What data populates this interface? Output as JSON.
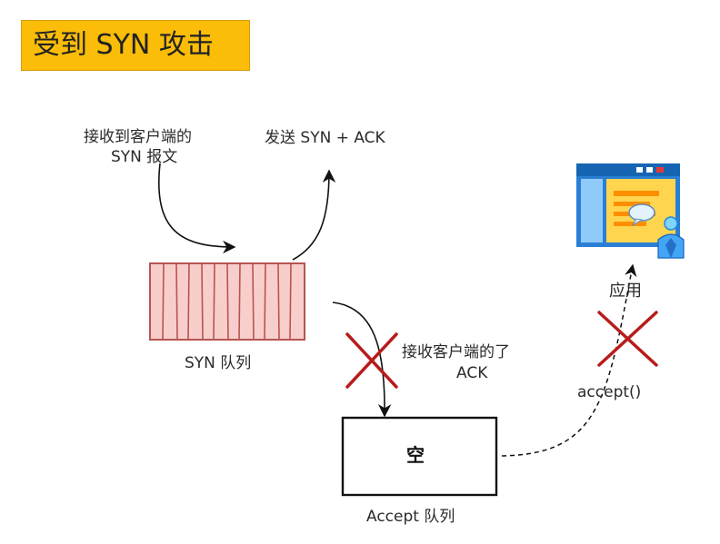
{
  "title": "受到 SYN 攻击",
  "labels": {
    "recv_syn_line1": "接收到客户端的",
    "recv_syn_line2": "SYN 报文",
    "send_syn_ack": "发送 SYN + ACK",
    "syn_queue": "SYN 队列",
    "recv_ack_line1": "接收客户端的了",
    "recv_ack_line2": "ACK",
    "accept_queue_content": "空",
    "accept_queue": "Accept 队列",
    "app": "应用",
    "accept_call": "accept()"
  },
  "colors": {
    "title_bg": "#fbbd08",
    "queue_fill": "#f8cecc",
    "queue_stroke": "#b85450",
    "cross": "#b71c1c"
  },
  "icons": {
    "app": "application-window-user-icon"
  }
}
